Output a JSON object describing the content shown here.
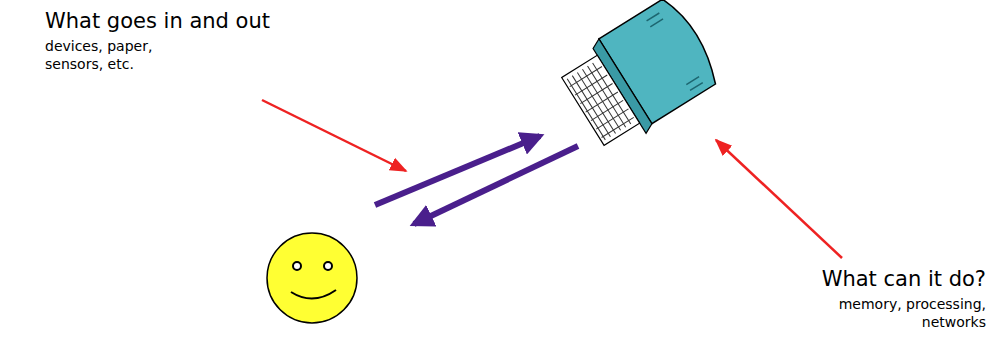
{
  "diagram": {
    "labels": [
      "What goes in and out",
      "devices, paper, sensors, etc.",
      "What can it do?",
      "memory, processing, networks"
    ]
  }
}
